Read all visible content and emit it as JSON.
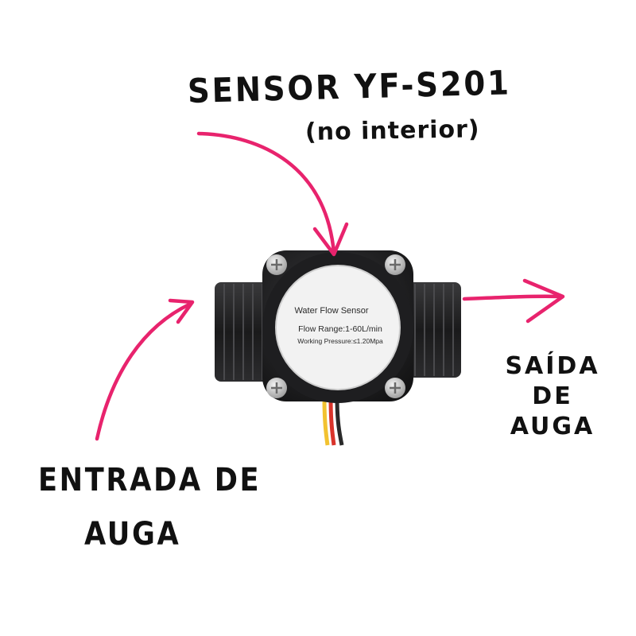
{
  "annotations": {
    "sensor_label": "SENSOR YF-S201",
    "sensor_note": "(no interior)",
    "inlet_line1": "ENTRADA DE",
    "inlet_line2": "AUGA",
    "outlet_line1": "SAÍDA",
    "outlet_line2": "DE",
    "outlet_line3": "AUGA"
  },
  "device": {
    "dial_title": "Water Flow Sensor",
    "dial_range": "Flow Range:1-60L/min",
    "dial_pressure": "Working Pressure:≤1.20Mpa"
  },
  "colors": {
    "arrow": "#e8236d",
    "body": "#1c1c1e",
    "dial": "#f2f2f2",
    "wire_red": "#d9342b",
    "wire_yellow": "#f2c230",
    "wire_black": "#2a2a2a"
  },
  "icons": {
    "screws": "screw-icon",
    "arrows": "arrow-icon"
  }
}
